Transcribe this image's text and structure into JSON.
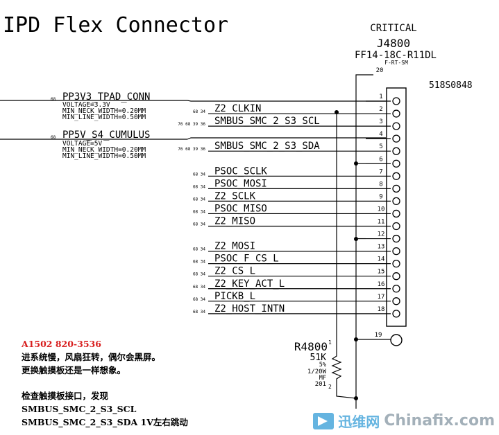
{
  "title": "IPD Flex Connector",
  "connector": {
    "critical": "CRITICAL",
    "ref": "J4800",
    "part": "FF14-18C-R11DL",
    "sub": "F-RT-SM",
    "pin20": "20",
    "pn": "518S0848",
    "pins": [
      "1",
      "2",
      "3",
      "4",
      "5",
      "6",
      "7",
      "8",
      "9",
      "10",
      "11",
      "12",
      "13",
      "14",
      "15",
      "16",
      "17",
      "18"
    ],
    "pin19": "19"
  },
  "power_nets": [
    {
      "page": "68",
      "name": "PP3V3_TPAD_CONN",
      "voltage": "VOLTAGE=3.3V",
      "neck": "MIN_NECK_WIDTH=0.20MM",
      "line": "MIN_LINE_WIDTH=0.50MM"
    },
    {
      "page": "68",
      "name": "PP5V_S4_CUMULUS",
      "voltage": "VOLTAGE=5V",
      "neck": "MIN_NECK_WIDTH=0.20MM",
      "line": "MIN_LINE_WIDTH=0.50MM"
    }
  ],
  "signals": [
    {
      "pages": "68 34",
      "name": "Z2_CLKIN"
    },
    {
      "pages": "76 68 39 36",
      "name": "SMBUS_SMC_2_S3_SCL"
    },
    {
      "pages": "76 68 39 36",
      "name": "SMBUS_SMC_2_S3_SDA"
    },
    {
      "pages": "68 34",
      "name": "PSOC_SCLK"
    },
    {
      "pages": "68 34",
      "name": "PSOC_MOSI"
    },
    {
      "pages": "68 34",
      "name": "Z2_SCLK"
    },
    {
      "pages": "68 34",
      "name": "PSOC_MISO"
    },
    {
      "pages": "68 34",
      "name": "Z2_MISO"
    },
    {
      "pages": "68 34",
      "name": "Z2_MOSI"
    },
    {
      "pages": "68 34",
      "name": "PSOC_F_CS_L"
    },
    {
      "pages": "68 34",
      "name": "Z2_CS_L"
    },
    {
      "pages": "68 34",
      "name": "Z2_KEY_ACT_L"
    },
    {
      "pages": "68 34",
      "name": "PICKB_L"
    },
    {
      "pages": "68 34",
      "name": "Z2_HOST_INTN"
    }
  ],
  "resistor": {
    "ref": "R4800",
    "pin1": "1",
    "value": "51K",
    "tol": "5%",
    "power": "1/20W",
    "type": "MF",
    "pkg": "201",
    "pin2": "2"
  },
  "notes": {
    "model": "A1502 820-3536",
    "line1": "进系统慢，风扇狂转，偶尔会黑屏。",
    "line2": "更换触摸板还是一样想象。",
    "line3": "检查触摸板接口，发现",
    "line4": "SMBUS_SMC_2_S3_SCL",
    "line5": "SMBUS_SMC_2_S3_SDA 1V左右跳动"
  },
  "watermark": {
    "cn": "迅维网",
    "en": "Chinafix.com"
  }
}
